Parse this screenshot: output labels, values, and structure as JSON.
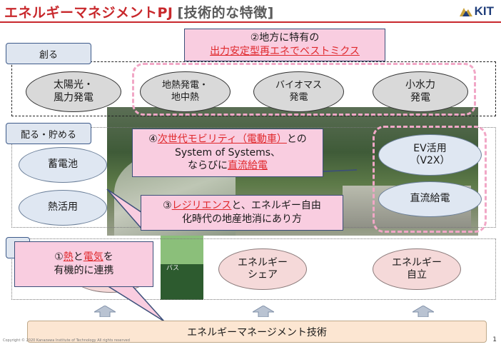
{
  "header": {
    "title": "エネルギーマネジメントPJ",
    "subtitle": "[技術的な特徴]",
    "logo_text": "KIT"
  },
  "rows": {
    "create_label": "創る",
    "distribute_label": "配る・貯める"
  },
  "create_items": [
    {
      "line1": "太陽光・",
      "line2": "風力発電"
    },
    {
      "line1": "地熱発電・",
      "line2": "地中熱"
    },
    {
      "line1": "バイオマス",
      "line2": "発電"
    },
    {
      "line1": "小水力",
      "line2": "発電"
    }
  ],
  "distribute_items": {
    "battery": "蓄電池",
    "heat": "熱活用",
    "ev_line1": "EV活用",
    "ev_line2": "（V2X）",
    "dc": "直流給電"
  },
  "use_items": {
    "share_line1": "エネルギー",
    "share_line2": "シェア",
    "self_line1": "エネルギー",
    "self_line2": "自立"
  },
  "callouts": {
    "c2_line1": "②地方に特有の",
    "c2_line2": "出力安定型再エネでベストミクス",
    "c4_prefix": "④",
    "c4_highlight": "次世代モビリティ（電動車）",
    "c4_suffix": "との",
    "c4_line2": "System of Systems、",
    "c4_line3_prefix": "ならびに",
    "c4_line3_highlight": "直流給電",
    "c3_prefix": "③",
    "c3_highlight": "レジリエンス",
    "c3_suffix": "と、エネルギー自由",
    "c3_line2": "化時代の地産地消にあり方",
    "c1_prefix": "①",
    "c1_h1": "熱",
    "c1_mid": "と",
    "c1_h2": "電気",
    "c1_suffix": "を",
    "c1_line2": "有機的に連携"
  },
  "map_label": "バス",
  "bottom_bar": "エネルギーマネージメント技術",
  "footer": {
    "copyright": "Copyright © 2020 Kanazawa Institute of Technology All rights reserved",
    "page": "1"
  },
  "colors": {
    "accent_red": "#c8282c",
    "callout_pink": "#f9cde0",
    "dash_pink": "#f1a7c6",
    "bar_fill": "#fce6d2"
  }
}
